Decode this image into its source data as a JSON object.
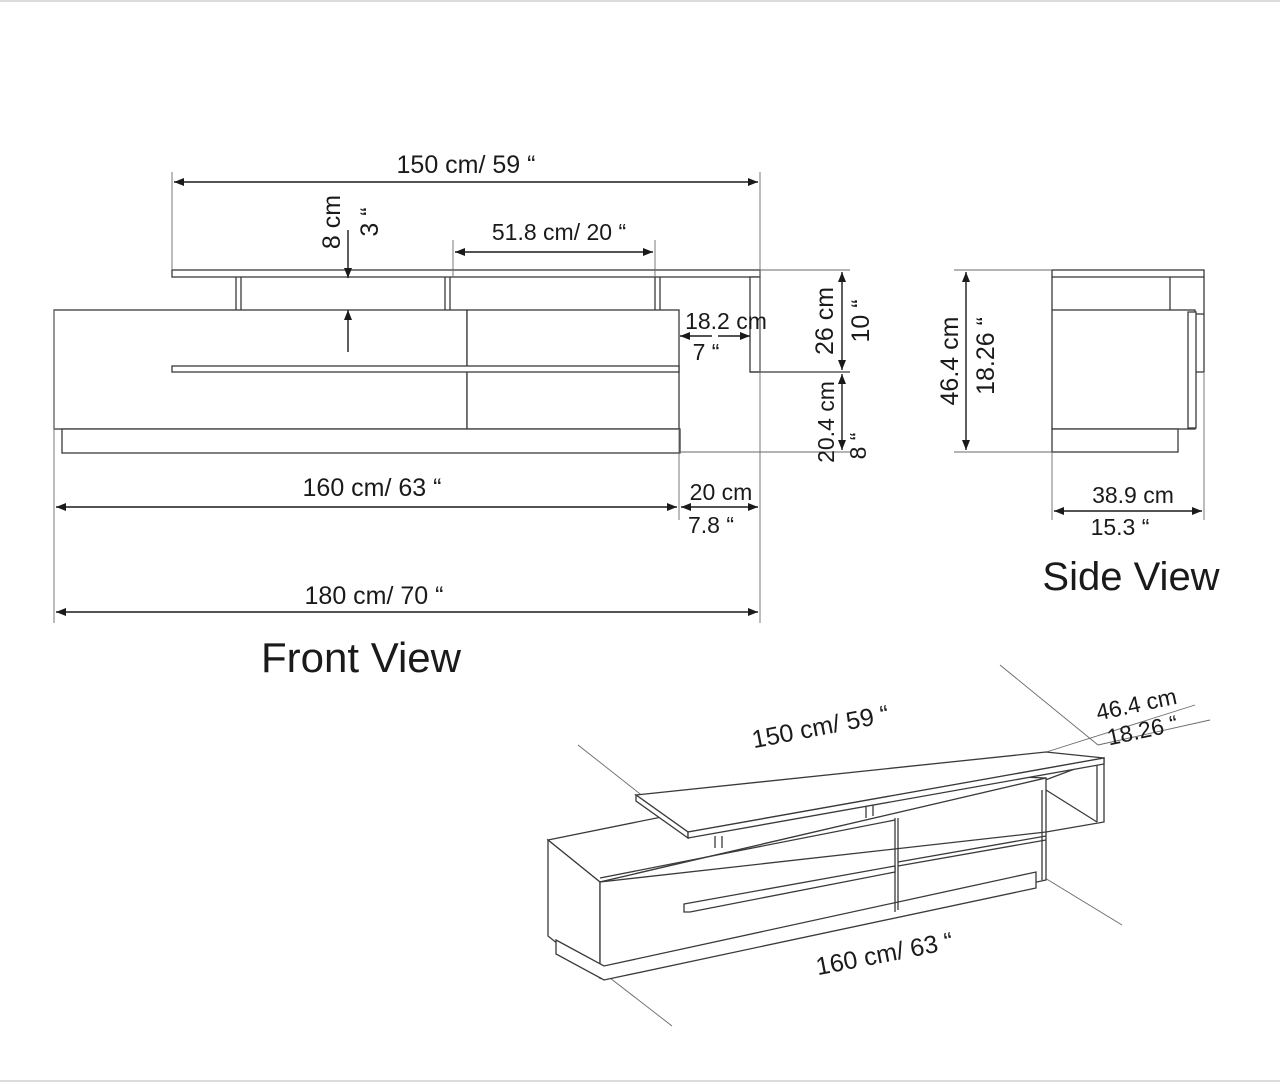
{
  "front_view": {
    "title": "Front View",
    "top_width": "150 cm/ 59 “",
    "top_gap_cm": "8 cm",
    "top_gap_in": "3 “",
    "shelf_width": "51.8 cm/ 20 “",
    "offset_cm": "18.2 cm",
    "offset_in": "7 “",
    "upper_height_cm": "26 cm",
    "upper_height_in": "10 “",
    "lower_height_cm": "20.4 cm",
    "lower_height_in": "8 “",
    "base_width": "160 cm/ 63 “",
    "side_cm": "20 cm",
    "side_in": "7.8 “",
    "total_width": "180 cm/ 70 “"
  },
  "side_view": {
    "title": "Side View",
    "height_cm": "46.4 cm",
    "height_in": "18.26 “",
    "depth_cm": "38.9 cm",
    "depth_in": "15.3 “"
  },
  "iso_view": {
    "top_width": "150 cm/ 59 “",
    "height_cm": "46.4 cm",
    "height_in": "18.26 “",
    "base_width": "160 cm/ 63 “"
  }
}
